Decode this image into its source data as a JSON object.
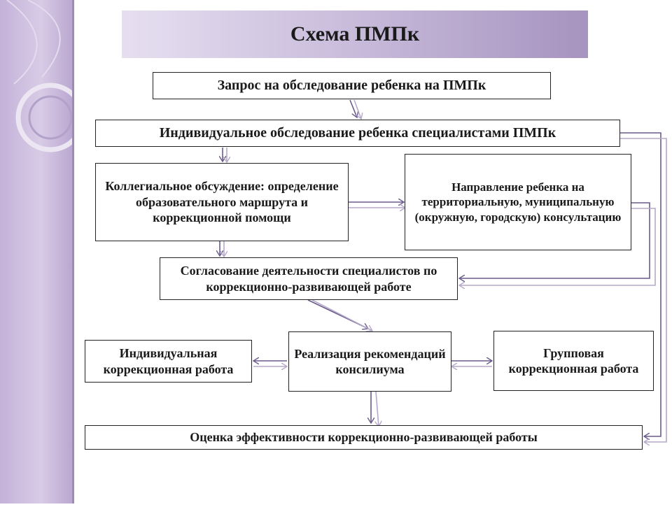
{
  "title": "Схема ПМПк",
  "nodes": {
    "request": "Запрос на обследование ребенка на ПМПк",
    "individual_exam": "Индивидуальное обследование ребенка специалистами ПМПк",
    "collegial": "Коллегиальное обсуждение: определение образовательного маршрута и коррекционной помощи",
    "referral": "Направление ребенка на территориальную, муниципальную (окружную, городскую) консультацию",
    "coordination": "Согласование деятельности специалистов по коррекционно-развивающей работе",
    "individual_work": "Индивидуальная коррекционная работа",
    "implementation": "Реализация рекомендаций консилиума",
    "group_work": "Групповая коррекционная работа",
    "evaluation": "Оценка эффективности коррекционно-развивающей работы"
  },
  "colors": {
    "arrow_dark": "#6a5b8c",
    "arrow_light": "#b6aac8",
    "side_band": "#c4b2d8",
    "title_bar_start": "#e6dff0",
    "title_bar_end": "#a693bf"
  }
}
